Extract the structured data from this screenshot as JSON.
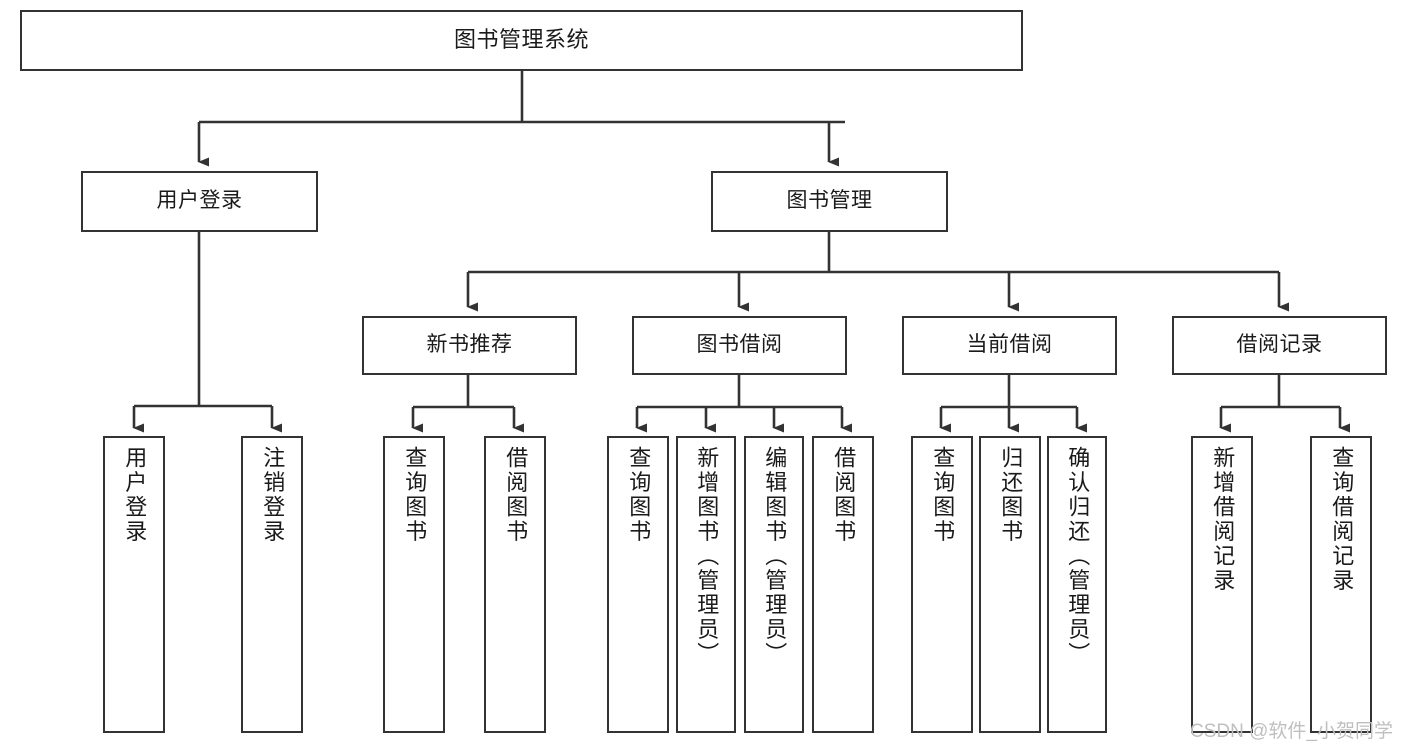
{
  "diagram": {
    "title": "图书管理系统",
    "type": "hierarchy-tree",
    "watermark": "CSDN @软件_小贺同学",
    "colors": {
      "box_border": "#333333",
      "box_fill": "#ffffff",
      "edge": "#333333",
      "text": "#1a1a1a",
      "watermark": "#bfbfbf",
      "background": "#ffffff"
    },
    "nodes": {
      "root": {
        "label": "图书管理系统"
      },
      "level2": [
        {
          "id": "user-login",
          "label": "用户登录"
        },
        {
          "id": "book-management",
          "label": "图书管理"
        }
      ],
      "level3": [
        {
          "id": "new-book-recommend",
          "label": "新书推荐"
        },
        {
          "id": "book-borrow",
          "label": "图书借阅"
        },
        {
          "id": "current-borrow",
          "label": "当前借阅"
        },
        {
          "id": "borrow-record",
          "label": "借阅记录"
        }
      ],
      "leaves": {
        "user_login": [
          {
            "id": "leaf-user-login",
            "label": "用户登录"
          },
          {
            "id": "leaf-logout-login",
            "label": "注销登录"
          }
        ],
        "new_book_recommend": [
          {
            "id": "leaf-query-book-1",
            "label": "查询图书"
          },
          {
            "id": "leaf-borrow-book-1",
            "label": "借阅图书"
          }
        ],
        "book_borrow": [
          {
            "id": "leaf-query-book-2",
            "label": "查询图书"
          },
          {
            "id": "leaf-add-book",
            "label": "新增图书（管理员）"
          },
          {
            "id": "leaf-edit-book",
            "label": "编辑图书（管理员）"
          },
          {
            "id": "leaf-borrow-book-2",
            "label": "借阅图书"
          }
        ],
        "current_borrow": [
          {
            "id": "leaf-query-book-3",
            "label": "查询图书"
          },
          {
            "id": "leaf-return-book",
            "label": "归还图书"
          },
          {
            "id": "leaf-confirm-return",
            "label": "确认归还（管理员）"
          }
        ],
        "borrow_record": [
          {
            "id": "leaf-add-borrow-record",
            "label": "新增借阅记录"
          },
          {
            "id": "leaf-query-borrow-record",
            "label": "查询借阅记录"
          }
        ]
      }
    }
  }
}
